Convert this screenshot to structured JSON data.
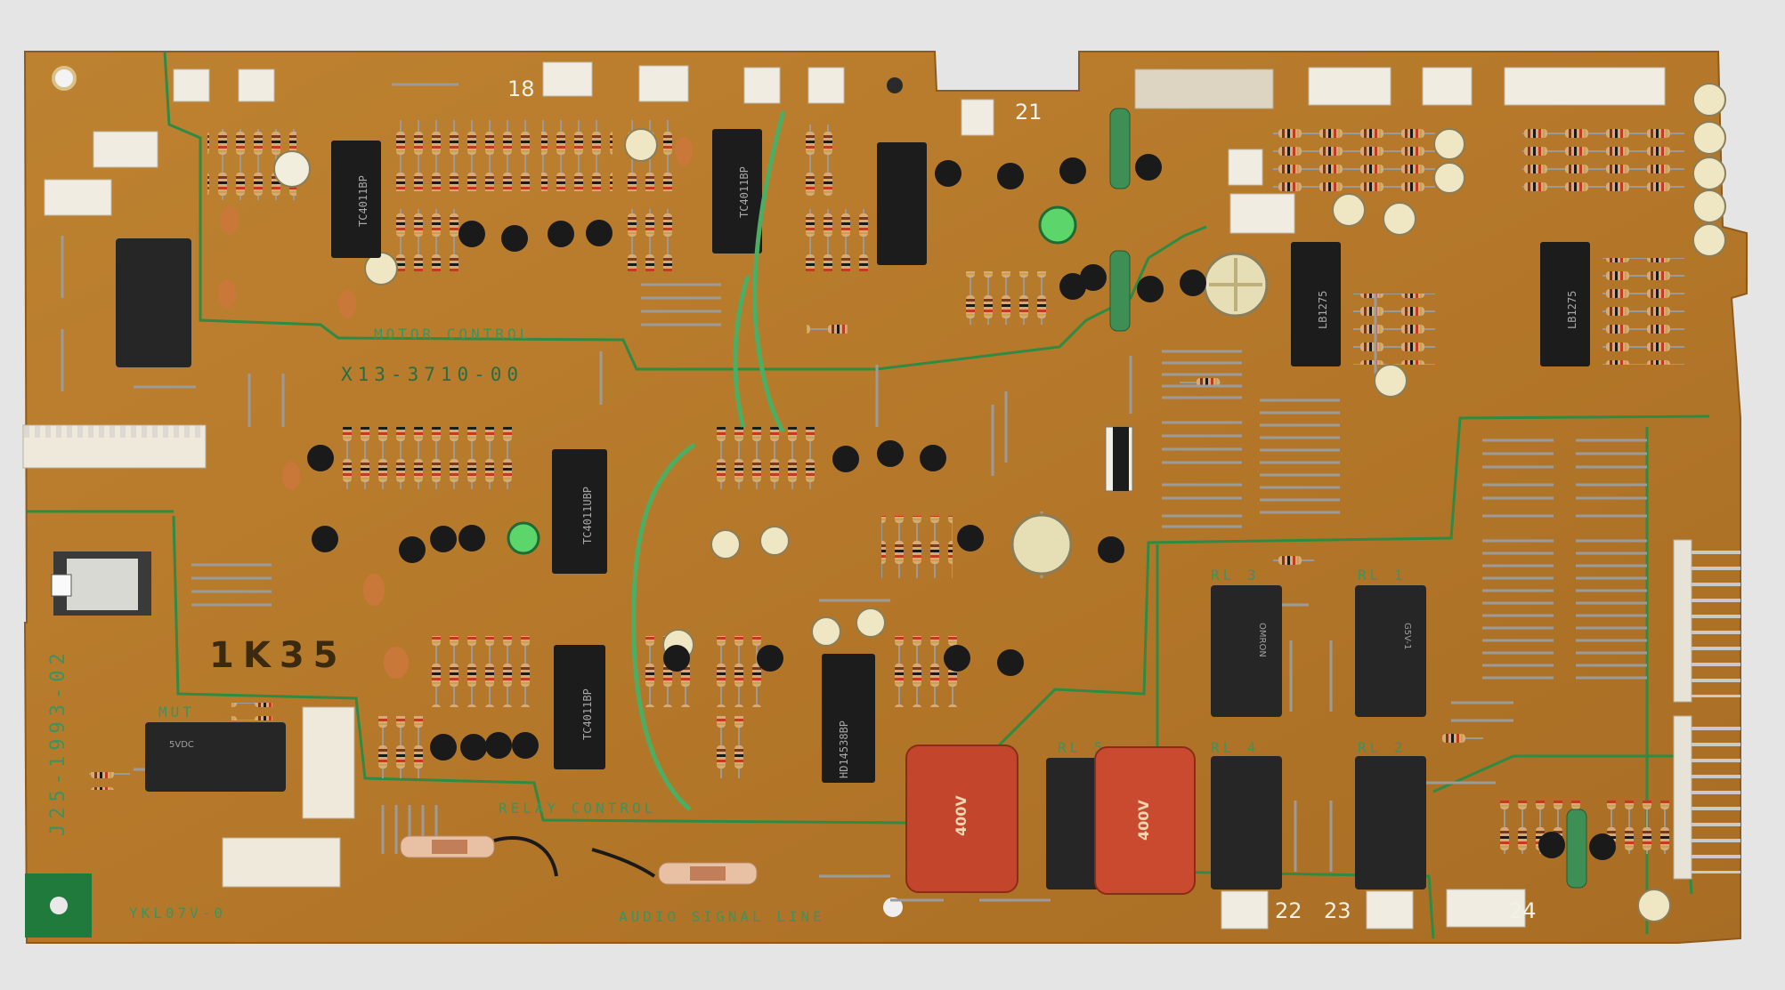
{
  "board": {
    "section_labels": {
      "motor": "MOTOR CONTROL",
      "relay": "RELAY CONTROL",
      "audio": "AUDIO SIGNAL LINE"
    },
    "part_number": "X13-3710-00",
    "side_code": "J25-1993-02",
    "ink_marking": "1K35",
    "corner_code": "YKL07V-0",
    "connector_numbers": [
      "18",
      "21",
      "22",
      "23",
      "24"
    ],
    "relay_labels": [
      "RL 3",
      "RL 1",
      "RL 5",
      "RL 4",
      "RL 2",
      "MUT"
    ],
    "relay_print": [
      "OMRON",
      "G5V-1",
      "5VDC"
    ],
    "chip_prints": [
      "TC4011BP",
      "TC4011BP",
      "TC4011UBP",
      "TC4011BP",
      "HD14538BP",
      "LB1275"
    ],
    "capacitor_print": "400V",
    "colors": {
      "board": "#b87d2c",
      "trace": "#2f8a44",
      "silkscreen": "#3a9460",
      "chip": "#1c1c1c",
      "relay": "#262626",
      "capacitor_red": "#c3452b"
    }
  }
}
